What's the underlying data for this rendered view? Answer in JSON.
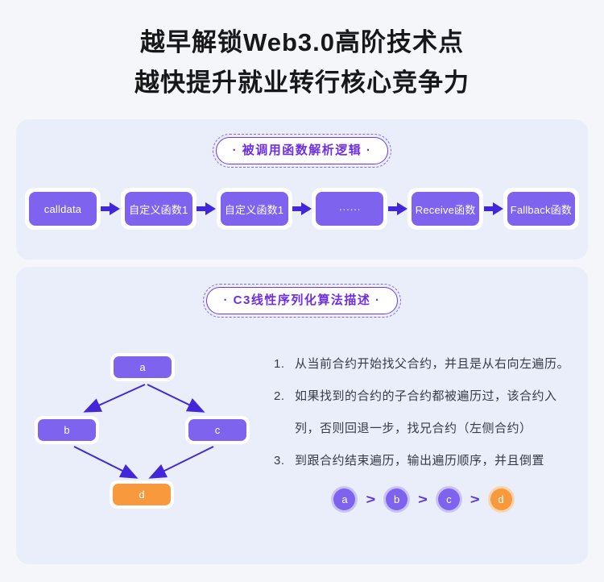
{
  "title": {
    "line1": "越早解锁Web3.0高阶技术点",
    "line2": "越快提升就业转行核心竞争力"
  },
  "card1": {
    "badge": "· 被调用函数解析逻辑 ·",
    "flow_nodes": [
      "calldata",
      "自定义函数1",
      "自定义函数1",
      "······",
      "Receive函数",
      "Fallback函数"
    ]
  },
  "card2": {
    "badge": "· C3线性序列化算法描述 ·",
    "tree": {
      "a": "a",
      "b": "b",
      "c": "c",
      "d": "d"
    },
    "steps": [
      {
        "num": "1.",
        "text": "从当前合约开始找父合约，并且是从右向左遍历。"
      },
      {
        "num": "2.",
        "text": "如果找到的合约的子合约都被遍历过，该合约入列，否则回退一步，找兄合约（左侧合约）"
      },
      {
        "num": "3.",
        "text": "到跟合约结束遍历，输出遍历顺序，并且倒置"
      }
    ],
    "sequence": [
      "a",
      "b",
      "c",
      "d"
    ],
    "chevron": ">"
  },
  "colors": {
    "page_bg": "#F5F6F9",
    "card_bg": "#E9EEFA",
    "node_purple": "#7D63EE",
    "arrow_purple": "#4326D9",
    "badge_purple": "#6D2EE6",
    "accent_orange": "#F8993D",
    "title_text": "#18181B",
    "body_text": "#373B46"
  }
}
